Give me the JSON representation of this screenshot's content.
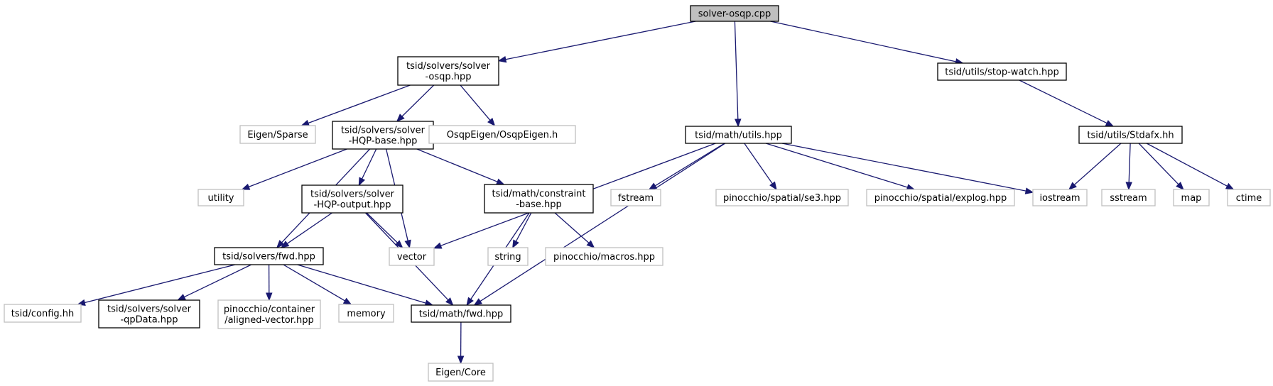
{
  "colors": {
    "root_fill": "#bfbfbf",
    "doc_border": "#000000",
    "ext_border": "#bfbfbf",
    "edge": "#191970"
  },
  "graph": {
    "title": "",
    "nodes": [
      {
        "id": "root",
        "kind": "root",
        "lines": [
          "solver-osqp.cpp"
        ]
      },
      {
        "id": "solver_osqp_hpp",
        "kind": "doc",
        "lines": [
          "tsid/solvers/solver",
          "-osqp.hpp"
        ]
      },
      {
        "id": "math_utils",
        "kind": "doc",
        "lines": [
          "tsid/math/utils.hpp"
        ]
      },
      {
        "id": "stop_watch",
        "kind": "doc",
        "lines": [
          "tsid/utils/stop-watch.hpp"
        ]
      },
      {
        "id": "eigen_sparse",
        "kind": "ext",
        "lines": [
          "Eigen/Sparse"
        ]
      },
      {
        "id": "hqp_base",
        "kind": "doc",
        "lines": [
          "tsid/solvers/solver",
          "-HQP-base.hpp"
        ]
      },
      {
        "id": "osqp_eigen",
        "kind": "ext",
        "lines": [
          "OsqpEigen/OsqpEigen.h"
        ]
      },
      {
        "id": "stdafx",
        "kind": "doc",
        "lines": [
          "tsid/utils/Stdafx.hh"
        ]
      },
      {
        "id": "utility",
        "kind": "ext",
        "lines": [
          "utility"
        ]
      },
      {
        "id": "hqp_output",
        "kind": "doc",
        "lines": [
          "tsid/solvers/solver",
          "-HQP-output.hpp"
        ]
      },
      {
        "id": "constraint_base",
        "kind": "doc",
        "lines": [
          "tsid/math/constraint",
          "-base.hpp"
        ]
      },
      {
        "id": "fstream",
        "kind": "ext",
        "lines": [
          "fstream"
        ]
      },
      {
        "id": "se3",
        "kind": "ext",
        "lines": [
          "pinocchio/spatial/se3.hpp"
        ]
      },
      {
        "id": "explog",
        "kind": "ext",
        "lines": [
          "pinocchio/spatial/explog.hpp"
        ]
      },
      {
        "id": "iostream",
        "kind": "ext",
        "lines": [
          "iostream"
        ]
      },
      {
        "id": "sstream",
        "kind": "ext",
        "lines": [
          "sstream"
        ]
      },
      {
        "id": "map",
        "kind": "ext",
        "lines": [
          "map"
        ]
      },
      {
        "id": "ctime",
        "kind": "ext",
        "lines": [
          "ctime"
        ]
      },
      {
        "id": "solvers_fwd",
        "kind": "doc",
        "lines": [
          "tsid/solvers/fwd.hpp"
        ]
      },
      {
        "id": "vector",
        "kind": "ext",
        "lines": [
          "vector"
        ]
      },
      {
        "id": "string",
        "kind": "ext",
        "lines": [
          "string"
        ]
      },
      {
        "id": "macros",
        "kind": "ext",
        "lines": [
          "pinocchio/macros.hpp"
        ]
      },
      {
        "id": "config",
        "kind": "ext",
        "lines": [
          "tsid/config.hh"
        ]
      },
      {
        "id": "qpdata",
        "kind": "doc",
        "lines": [
          "tsid/solvers/solver",
          "-qpData.hpp"
        ]
      },
      {
        "id": "aligned_vector",
        "kind": "ext",
        "lines": [
          "pinocchio/container",
          "/aligned-vector.hpp"
        ]
      },
      {
        "id": "memory",
        "kind": "ext",
        "lines": [
          "memory"
        ]
      },
      {
        "id": "math_fwd",
        "kind": "doc",
        "lines": [
          "tsid/math/fwd.hpp"
        ]
      },
      {
        "id": "eigen_core",
        "kind": "ext",
        "lines": [
          "Eigen/Core"
        ]
      }
    ],
    "edges": [
      {
        "from": "root",
        "to": "solver_osqp_hpp"
      },
      {
        "from": "root",
        "to": "math_utils"
      },
      {
        "from": "root",
        "to": "stop_watch"
      },
      {
        "from": "solver_osqp_hpp",
        "to": "eigen_sparse"
      },
      {
        "from": "solver_osqp_hpp",
        "to": "hqp_base"
      },
      {
        "from": "solver_osqp_hpp",
        "to": "osqp_eigen"
      },
      {
        "from": "stop_watch",
        "to": "stdafx"
      },
      {
        "from": "hqp_base",
        "to": "utility"
      },
      {
        "from": "hqp_base",
        "to": "hqp_output"
      },
      {
        "from": "hqp_base",
        "to": "constraint_base"
      },
      {
        "from": "hqp_base",
        "to": "vector"
      },
      {
        "from": "hqp_base",
        "to": "solvers_fwd"
      },
      {
        "from": "math_utils",
        "to": "vector"
      },
      {
        "from": "math_utils",
        "to": "fstream"
      },
      {
        "from": "math_utils",
        "to": "se3"
      },
      {
        "from": "math_utils",
        "to": "explog"
      },
      {
        "from": "math_utils",
        "to": "iostream"
      },
      {
        "from": "math_utils",
        "to": "math_fwd"
      },
      {
        "from": "stdafx",
        "to": "iostream"
      },
      {
        "from": "stdafx",
        "to": "sstream"
      },
      {
        "from": "stdafx",
        "to": "map"
      },
      {
        "from": "stdafx",
        "to": "ctime"
      },
      {
        "from": "hqp_output",
        "to": "solvers_fwd"
      },
      {
        "from": "hqp_output",
        "to": "vector"
      },
      {
        "from": "hqp_output",
        "to": "math_fwd"
      },
      {
        "from": "constraint_base",
        "to": "string"
      },
      {
        "from": "constraint_base",
        "to": "macros"
      },
      {
        "from": "constraint_base",
        "to": "math_fwd"
      },
      {
        "from": "solvers_fwd",
        "to": "config"
      },
      {
        "from": "solvers_fwd",
        "to": "qpdata"
      },
      {
        "from": "solvers_fwd",
        "to": "aligned_vector"
      },
      {
        "from": "solvers_fwd",
        "to": "memory"
      },
      {
        "from": "solvers_fwd",
        "to": "math_fwd"
      },
      {
        "from": "math_fwd",
        "to": "eigen_core"
      }
    ]
  }
}
